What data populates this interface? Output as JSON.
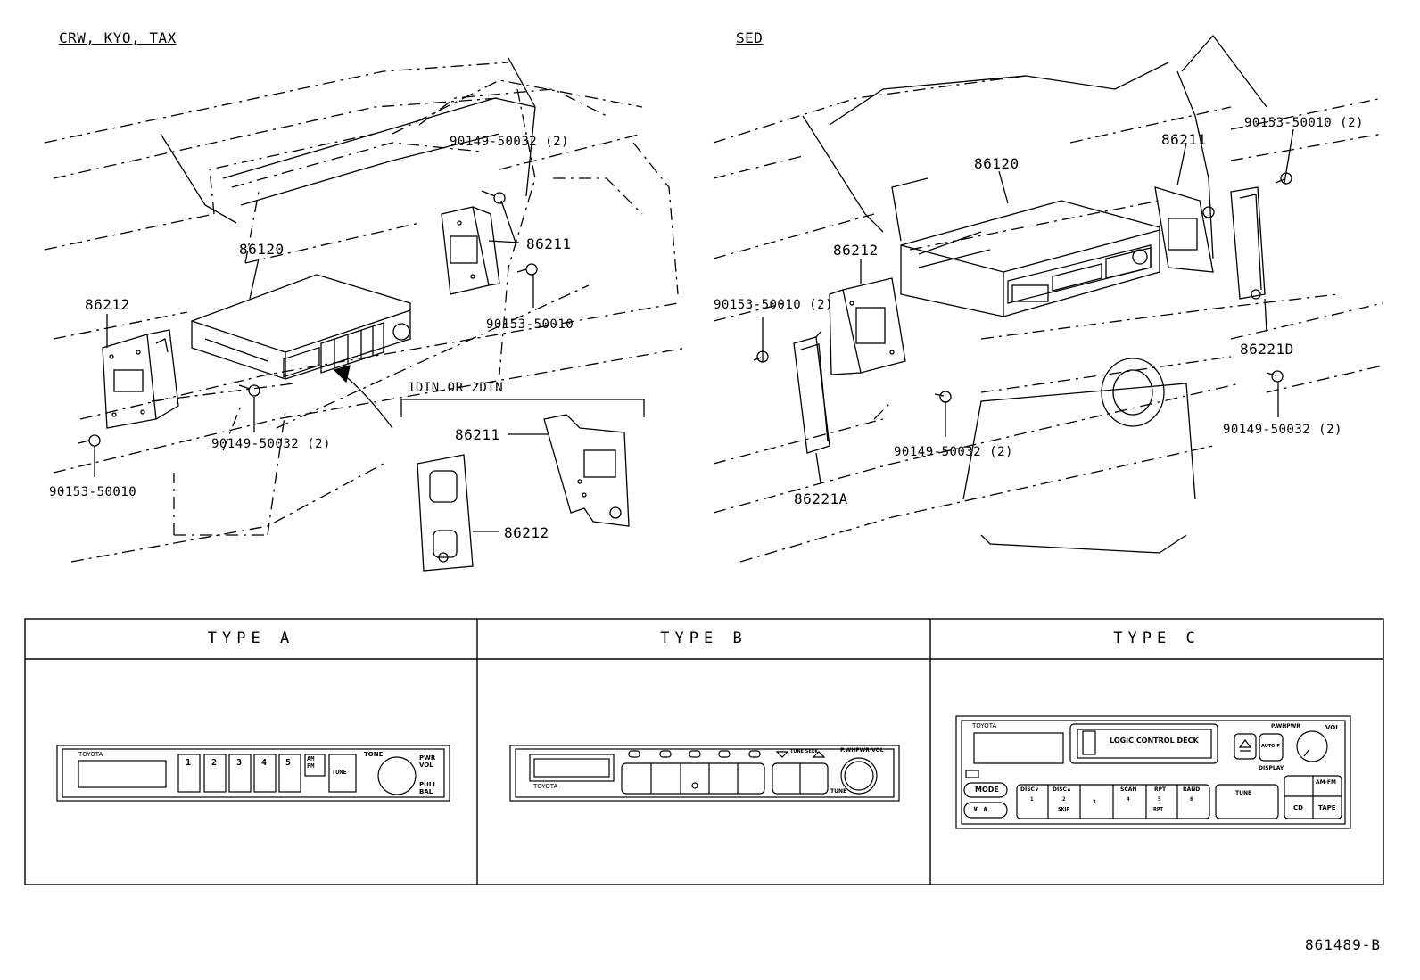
{
  "left_view": {
    "header": "CRW, KYO, TAX",
    "labels": {
      "p86120": "86120",
      "p86212_a": "86212",
      "p86211_a": "86211",
      "p90149_top": "90149-50032 (2)",
      "p90153_mid": "90153-50010",
      "p90149_bottom": "90149-50032 (2)",
      "p90153_bottom": "90153-50010",
      "din": "1DIN OR 2DIN",
      "p86211_b": "86211",
      "p86212_b": "86212"
    }
  },
  "right_view": {
    "header": "SED",
    "labels": {
      "p86120": "86120",
      "p86211": "86211",
      "p90153_top": "90153-50010 (2)",
      "p86212": "86212",
      "p90153_left": "90153-50010 (2)",
      "p86221d": "86221D",
      "p90149_right": "90149-50032 (2)",
      "p90149_mid": "90149-50032 (2)",
      "p86221a": "86221A"
    }
  },
  "types": {
    "a": {
      "title": "TYPE A",
      "brand": "TOYOTA",
      "presets": [
        "1",
        "2",
        "3",
        "4",
        "5"
      ],
      "ampm": "AM\nFM",
      "tune": "TUNE",
      "tone": "TONE",
      "pwr": "PWR",
      "vol": "VOL",
      "pull": "PULL",
      "bal": "BAL"
    },
    "b": {
      "title": "TYPE B",
      "brand": "TOYOTA",
      "tune_seek": "TUNE SEEK",
      "pwr_vol": "P.WHPWR·VOL",
      "tune": "TUNE"
    },
    "c": {
      "title": "TYPE C",
      "brand": "TOYOTA",
      "deck": "LOGIC CONTROL DECK",
      "pwr": "P.WHPWR",
      "vol": "VOL",
      "autop": "AUTO·P",
      "display": "DISPLAY",
      "mode": "MODE",
      "disc_down": "DISC∨",
      "disc_up": "DISC∧",
      "scan": "SCAN",
      "rpt": "RPT",
      "rand": "RAND",
      "tune": "TUNE",
      "am_fm": "AM·FM",
      "cd": "CD",
      "tape": "TAPE",
      "btn1": "1",
      "btn2": "2",
      "btn3": "3",
      "btn4": "4",
      "btn5": "5",
      "btn6": "6",
      "skip": "SKIP",
      "rpt_small": "RPT"
    }
  },
  "part_number": "861489-B",
  "colors": {
    "ink": "#000000",
    "paper": "#ffffff"
  }
}
